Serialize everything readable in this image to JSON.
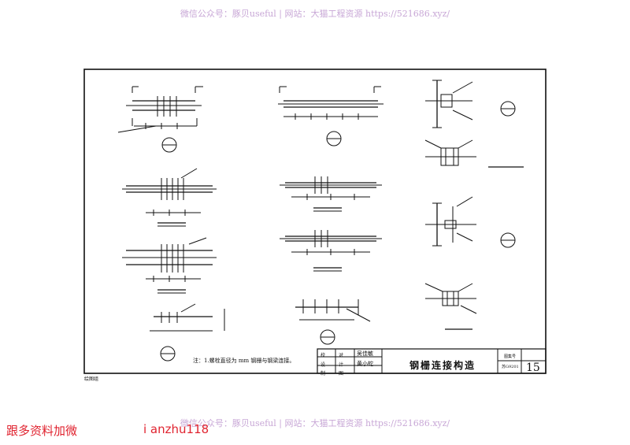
{
  "watermark": {
    "top": "微信公众号：豚贝useful | 网站：大猫工程资源 https://521686.xyz/",
    "bottom": "微信公众号：豚贝useful | 网站：大猫工程资源 https://521686.xyz/"
  },
  "promo": {
    "left": "跟多资料加微",
    "right": "i anzhu118"
  },
  "title_block": {
    "title": "钢栅连接构造",
    "page": "15",
    "rows": [
      {
        "label": "校",
        "sub": "对"
      },
      {
        "label": "设",
        "sub": "计"
      },
      {
        "label": "制",
        "sub": "图"
      }
    ],
    "values": [
      "吴佳敏",
      "黄小蛇"
    ],
    "side": [
      "图集号",
      "苏G9201"
    ]
  },
  "corner_mark": "绘图组",
  "note": "注：1.螺栓直径为 mm 钢栅与钢梁连接。"
}
